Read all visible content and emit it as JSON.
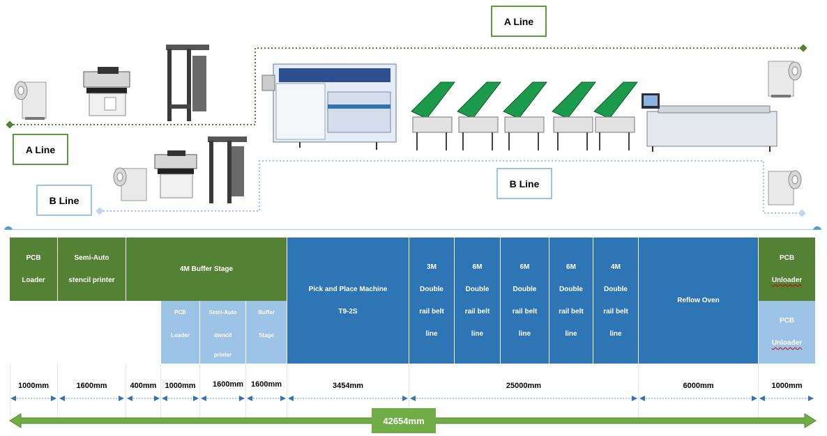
{
  "labels": {
    "a_line_top": "A Line",
    "a_line_left": "A Line",
    "b_line_left": "B Line",
    "b_line_mid": "B Line"
  },
  "table": {
    "pcb_loader": [
      "PCB",
      "Loader"
    ],
    "semi_auto": [
      "Semi-Auto",
      "stencil printer"
    ],
    "buffer_stage_4m": "4M Buffer Stage",
    "sub_pcb_loader": [
      "PCB",
      "Loader"
    ],
    "sub_semi_auto": [
      "Semi-Auto",
      "stencil",
      "printer"
    ],
    "sub_buffer_stage": [
      "Buffer",
      "Stage"
    ],
    "pick_place": [
      "Pick and Place Machine",
      "T9-2S"
    ],
    "belt_3m": [
      "3M",
      "Double",
      "rail belt",
      "line"
    ],
    "belt_6m_1": [
      "6M",
      "Double",
      "rail belt",
      "line"
    ],
    "belt_6m_2": [
      "6M",
      "Double",
      "rail belt",
      "line"
    ],
    "belt_6m_3": [
      "6M",
      "Double",
      "rail belt",
      "line"
    ],
    "belt_4m": [
      "4M",
      "Double",
      "rail belt",
      "line"
    ],
    "reflow_oven": "Reflow Oven",
    "pcb_unloader_top": [
      "PCB",
      "Unloader"
    ],
    "pcb_unloader_bottom": [
      "PCB",
      "Unloader"
    ]
  },
  "dimensions": {
    "d1": "1000mm",
    "d2": "1600mm",
    "d3": "400mm",
    "d4": "1000mm",
    "d5": "1600mm",
    "d6": "1600mm",
    "d7": "3454mm",
    "d8": "25000mm",
    "d9": "6000mm",
    "d10": "1000mm",
    "total": "42654mm"
  },
  "colors": {
    "green_dark": "#548235",
    "blue_dark": "#2e75b6",
    "blue_light": "#9dc3e6",
    "line_blue": "#5b9bd5",
    "arrow_green": "#70ad47",
    "belt_green": "#1a9a4a"
  }
}
